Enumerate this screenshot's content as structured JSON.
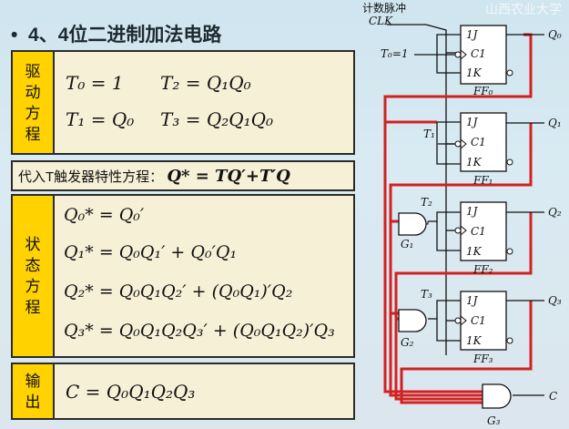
{
  "slide": {
    "bullet": "•",
    "title": "4、4位二进制加法电路",
    "watermark": "山西农业大学"
  },
  "drive_panel": {
    "tag_chars": [
      "驱",
      "动",
      "方",
      "程"
    ],
    "equations": [
      "T₀ = 1",
      "T₂ = Q₁Q₀",
      "T₁ = Q₀",
      "T₃ = Q₂Q₁Q₀"
    ]
  },
  "substitute_panel": {
    "text": "代入T触发器特性方程：",
    "letter": "T",
    "equation": "Q* = TQ′+T′Q"
  },
  "state_panel": {
    "tag_chars": [
      "状",
      "态",
      "方",
      "程"
    ],
    "equations": [
      "Q₀* = Q₀′",
      "Q₁* = Q₀Q₁′ + Q₀′Q₁",
      "Q₂* = Q₀Q₁Q₂′ + (Q₀Q₁)′Q₂",
      "Q₃* = Q₀Q₁Q₂Q₃′ + (Q₀Q₁Q₂)′Q₃"
    ]
  },
  "output_panel": {
    "tag_chars": [
      "输",
      "出"
    ],
    "equation": "C = Q₀Q₁Q₂Q₃"
  },
  "circuit": {
    "clock_label_cn": "计数脉冲",
    "clock_label": "CLK",
    "t0_label": "T₀=1",
    "t_labels": [
      "T₁",
      "T₂",
      "T₃"
    ],
    "ff_pins": [
      "1J",
      "C1",
      "1K"
    ],
    "ff_names": [
      "FF₀",
      "FF₁",
      "FF₂",
      "FF₃"
    ],
    "q_labels": [
      "Q₀",
      "Q₁",
      "Q₂",
      "Q₃"
    ],
    "gate_names": [
      "G₁",
      "G₂",
      "G₃"
    ],
    "carry_label": "C",
    "colors": {
      "wire": "#d42020",
      "ink": "#111111",
      "ff_fill": "#ffffff"
    }
  }
}
